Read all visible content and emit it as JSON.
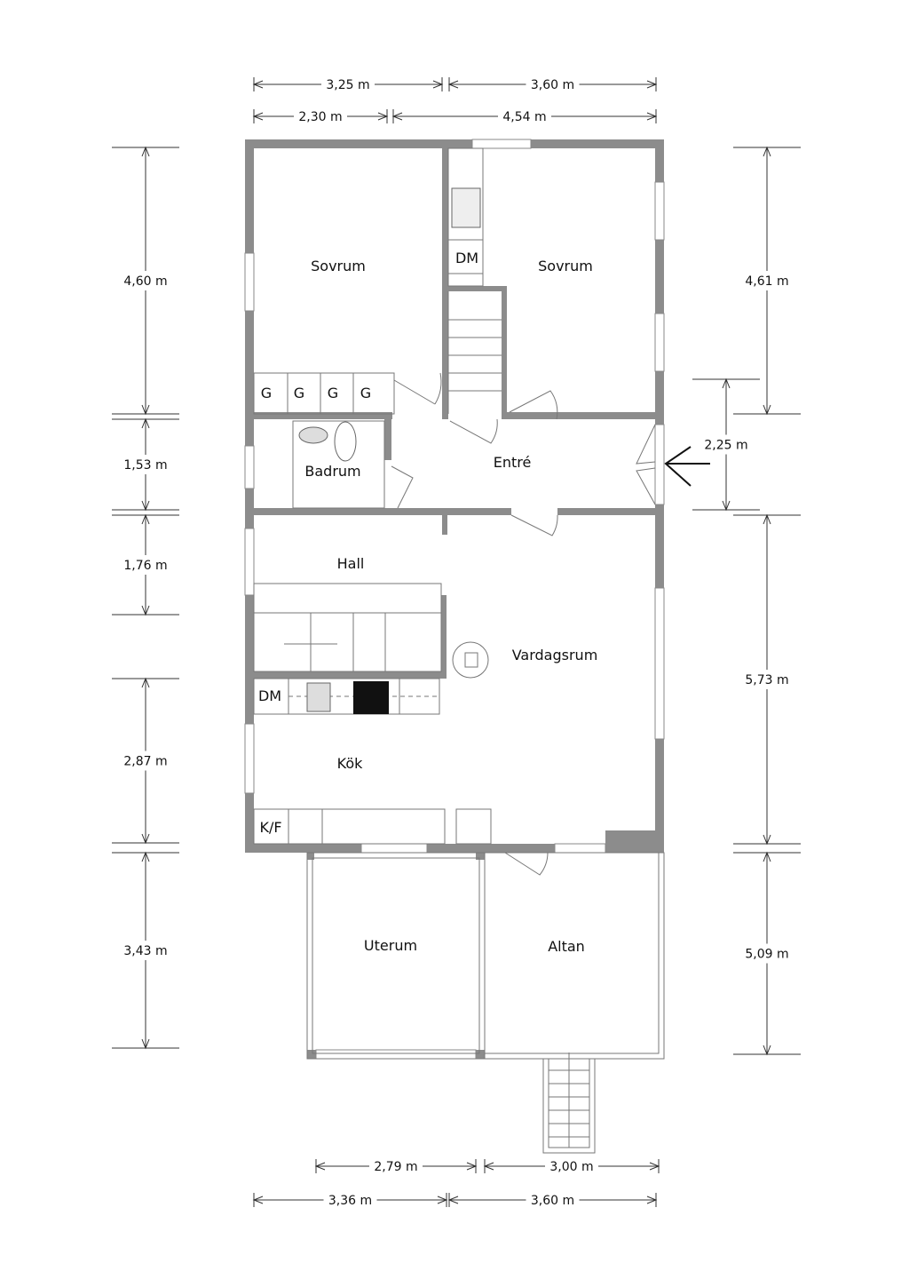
{
  "colors": {
    "wall": "#8c8c8c",
    "line": "#333333",
    "stove": "#111111"
  },
  "rooms": {
    "sovrum_left": "Sovrum",
    "sovrum_right": "Sovrum",
    "badrum": "Badrum",
    "entre": "Entré",
    "hall": "Hall",
    "vardagsrum": "Vardagsrum",
    "kok": "Kök",
    "uterum": "Uterum",
    "altan": "Altan"
  },
  "fixtures": {
    "wardrobes": [
      "G",
      "G",
      "G",
      "G"
    ],
    "dm_upper": "DM",
    "dm_kitchen": "DM",
    "kf": "K/F"
  },
  "dimensions": {
    "top": [
      "3,25 m",
      "3,60 m",
      "2,30 m",
      "4,54 m"
    ],
    "left": [
      "4,60 m",
      "1,53 m",
      "1,76 m",
      "2,87 m",
      "3,43 m"
    ],
    "right": [
      "4,61 m",
      "2,25 m",
      "5,73 m",
      "5,09 m"
    ],
    "bottom": [
      "2,79 m",
      "3,00 m",
      "3,36 m",
      "3,60 m"
    ]
  }
}
